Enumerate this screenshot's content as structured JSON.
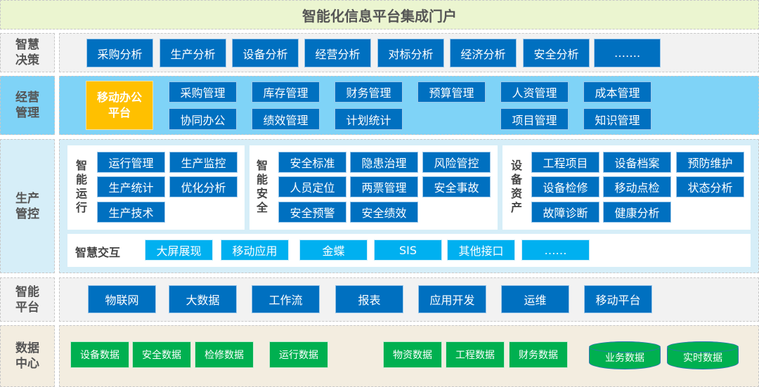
{
  "title": "智能化信息平台集成门户",
  "layers": {
    "decision": {
      "label": "智慧决策",
      "items": [
        "采购分析",
        "生产分析",
        "设备分析",
        "经营分析",
        "对标分析",
        "经济分析",
        "安全分析",
        "……."
      ]
    },
    "management": {
      "label": "经营管理",
      "featured": "移动办公平台",
      "row1": [
        "采购管理",
        "库存管理",
        "财务管理",
        "预算管理",
        "人资管理",
        "成本管理"
      ],
      "row2": [
        "协同办公",
        "绩效管理",
        "计划统计",
        "项目管理",
        "知识管理"
      ]
    },
    "production": {
      "label": "生产管控",
      "operation": {
        "label": "智能运行",
        "items": [
          "运行管理",
          "生产监控",
          "生产统计",
          "优化分析",
          "生产技术"
        ]
      },
      "safety": {
        "label": "智能安全",
        "items": [
          "安全标准",
          "隐患治理",
          "风险管控",
          "人员定位",
          "两票管理",
          "安全事故",
          "安全预警",
          "安全绩效"
        ]
      },
      "assets": {
        "label": "设备资产",
        "items": [
          "工程项目",
          "设备档案",
          "预防维护",
          "设备检修",
          "移动点检",
          "状态分析",
          "故障诊断",
          "健康分析"
        ]
      },
      "interaction": {
        "label": "智慧交互",
        "items": [
          "大屏展现",
          "移动应用",
          "金蝶",
          "SIS",
          "其他接口",
          "……"
        ]
      }
    },
    "platform": {
      "label": "智能平台",
      "items": [
        "物联网",
        "大数据",
        "工作流",
        "报表",
        "应用开发",
        "运维",
        "移动平台"
      ]
    },
    "data": {
      "label": "数据中心",
      "items": [
        "设备数据",
        "安全数据",
        "检修数据",
        "运行数据",
        "物资数据",
        "工程数据",
        "财务数据"
      ],
      "stores": [
        "业务数据",
        "实时数据"
      ]
    }
  },
  "colors": {
    "blue": "#0070c0",
    "light_blue": "#00b0f0",
    "green": "#00b050",
    "orange": "#ffc000"
  }
}
